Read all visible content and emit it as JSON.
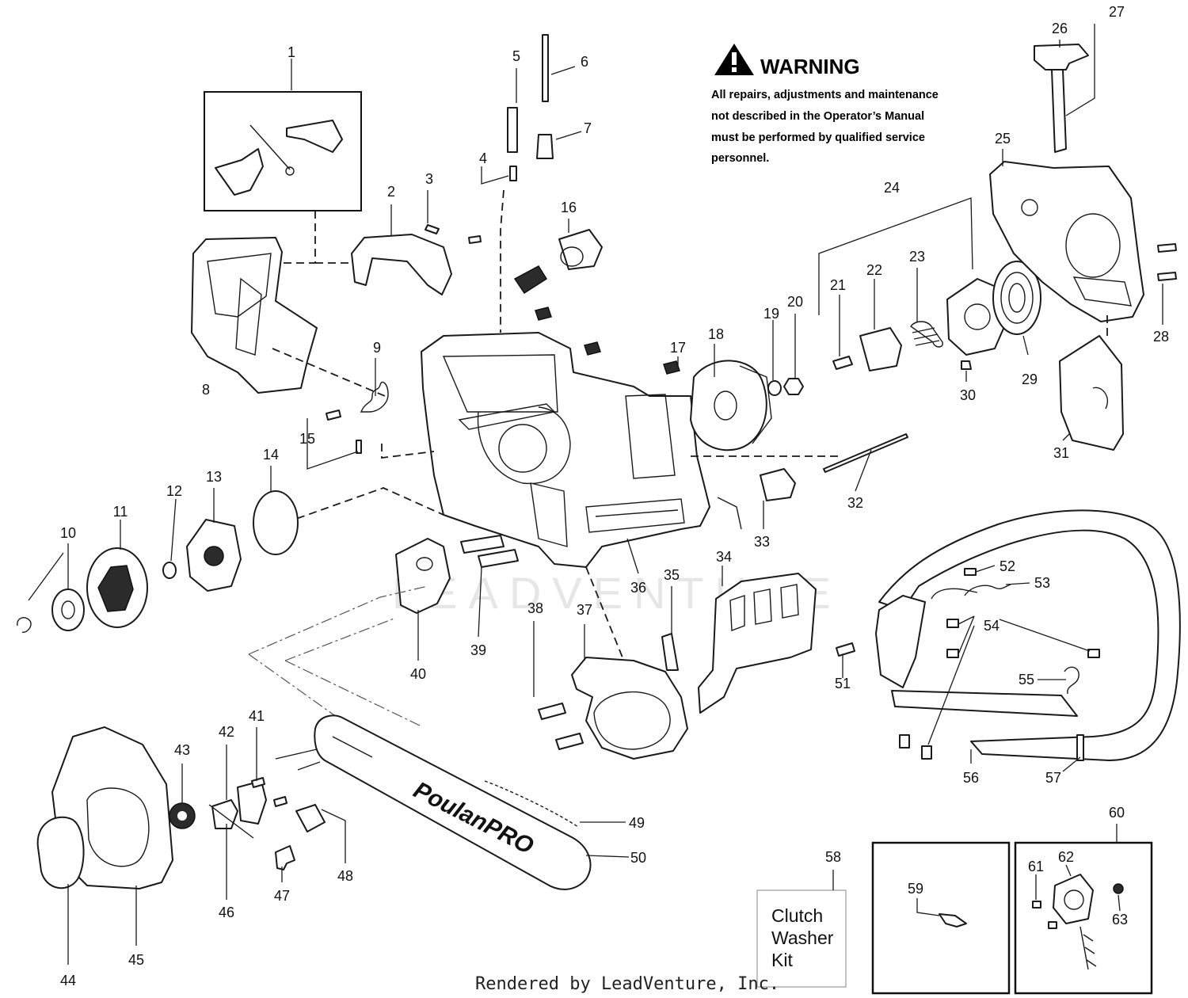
{
  "warning": {
    "title": "WARNING",
    "lines": [
      "All repairs, adjustments and maintenance",
      "not described in the Operator’s Manual",
      "must be performed by qualified  service",
      "personnel."
    ]
  },
  "brand": "PoulanPRO",
  "watermark": "LEADVENTURE",
  "kit_box": {
    "lines": [
      "Clutch",
      "Washer",
      "Kit"
    ]
  },
  "footer": "Rendered by LeadVenture, Inc.",
  "callouts": [
    {
      "id": "1",
      "label": "1"
    },
    {
      "id": "2",
      "label": "2"
    },
    {
      "id": "3",
      "label": "3"
    },
    {
      "id": "4",
      "label": "4"
    },
    {
      "id": "5",
      "label": "5"
    },
    {
      "id": "6",
      "label": "6"
    },
    {
      "id": "7",
      "label": "7"
    },
    {
      "id": "8",
      "label": "8"
    },
    {
      "id": "9",
      "label": "9"
    },
    {
      "id": "10",
      "label": "10"
    },
    {
      "id": "11",
      "label": "11"
    },
    {
      "id": "12",
      "label": "12"
    },
    {
      "id": "13",
      "label": "13"
    },
    {
      "id": "14",
      "label": "14"
    },
    {
      "id": "15",
      "label": "15"
    },
    {
      "id": "16",
      "label": "16"
    },
    {
      "id": "17",
      "label": "17"
    },
    {
      "id": "18",
      "label": "18"
    },
    {
      "id": "19",
      "label": "19"
    },
    {
      "id": "20",
      "label": "20"
    },
    {
      "id": "21",
      "label": "21"
    },
    {
      "id": "22",
      "label": "22"
    },
    {
      "id": "23",
      "label": "23"
    },
    {
      "id": "24",
      "label": "24"
    },
    {
      "id": "25",
      "label": "25"
    },
    {
      "id": "26",
      "label": "26"
    },
    {
      "id": "27",
      "label": "27"
    },
    {
      "id": "28",
      "label": "28"
    },
    {
      "id": "29",
      "label": "29"
    },
    {
      "id": "30",
      "label": "30"
    },
    {
      "id": "31",
      "label": "31"
    },
    {
      "id": "32",
      "label": "32"
    },
    {
      "id": "33",
      "label": "33"
    },
    {
      "id": "34",
      "label": "34"
    },
    {
      "id": "35",
      "label": "35"
    },
    {
      "id": "36",
      "label": "36"
    },
    {
      "id": "37",
      "label": "37"
    },
    {
      "id": "38",
      "label": "38"
    },
    {
      "id": "39",
      "label": "39"
    },
    {
      "id": "40",
      "label": "40"
    },
    {
      "id": "41",
      "label": "41"
    },
    {
      "id": "42",
      "label": "42"
    },
    {
      "id": "43",
      "label": "43"
    },
    {
      "id": "44",
      "label": "44"
    },
    {
      "id": "45",
      "label": "45"
    },
    {
      "id": "46",
      "label": "46"
    },
    {
      "id": "47",
      "label": "47"
    },
    {
      "id": "48",
      "label": "48"
    },
    {
      "id": "49",
      "label": "49"
    },
    {
      "id": "50",
      "label": "50"
    },
    {
      "id": "51",
      "label": "51"
    },
    {
      "id": "52",
      "label": "52"
    },
    {
      "id": "53",
      "label": "53"
    },
    {
      "id": "54",
      "label": "54"
    },
    {
      "id": "55",
      "label": "55"
    },
    {
      "id": "56",
      "label": "56"
    },
    {
      "id": "57",
      "label": "57"
    },
    {
      "id": "58",
      "label": "58"
    },
    {
      "id": "59",
      "label": "59"
    },
    {
      "id": "60",
      "label": "60"
    },
    {
      "id": "61",
      "label": "61"
    },
    {
      "id": "62",
      "label": "62"
    },
    {
      "id": "63",
      "label": "63"
    }
  ]
}
